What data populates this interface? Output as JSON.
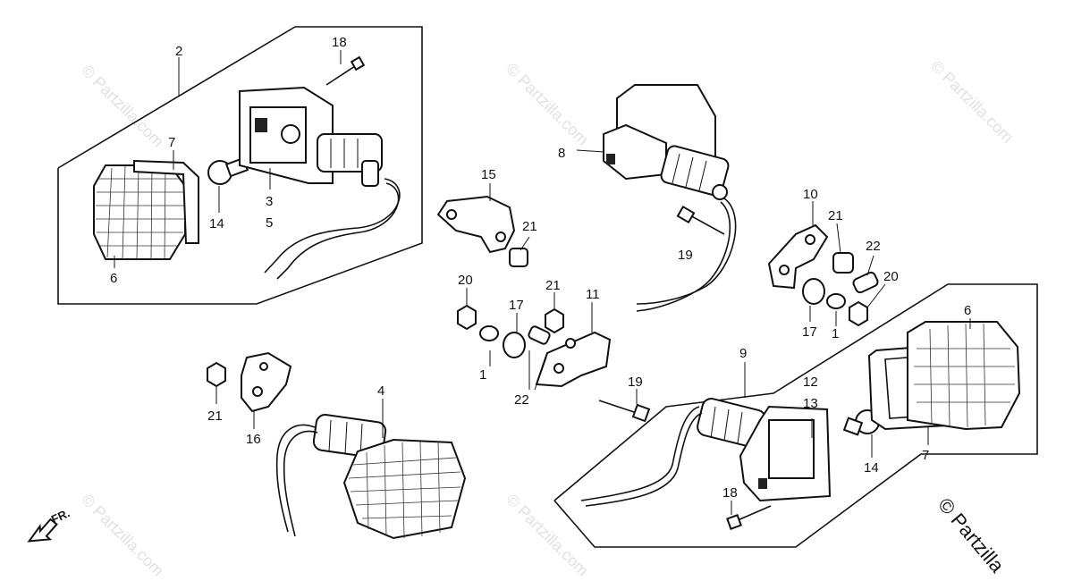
{
  "callouts": [
    {
      "id": "c2",
      "text": "2"
    },
    {
      "id": "c7a",
      "text": "7"
    },
    {
      "id": "c14a",
      "text": "14"
    },
    {
      "id": "c3",
      "text": "3"
    },
    {
      "id": "c5",
      "text": "5"
    },
    {
      "id": "c6a",
      "text": "6"
    },
    {
      "id": "c18a",
      "text": "18"
    },
    {
      "id": "c15",
      "text": "15"
    },
    {
      "id": "c21a",
      "text": "21"
    },
    {
      "id": "c8",
      "text": "8"
    },
    {
      "id": "c19a",
      "text": "19"
    },
    {
      "id": "c10",
      "text": "10"
    },
    {
      "id": "c21b",
      "text": "21"
    },
    {
      "id": "c22a",
      "text": "22"
    },
    {
      "id": "c20a",
      "text": "20"
    },
    {
      "id": "c17a",
      "text": "17"
    },
    {
      "id": "c1a",
      "text": "1"
    },
    {
      "id": "c6b",
      "text": "6"
    },
    {
      "id": "c20b",
      "text": "20"
    },
    {
      "id": "c21c",
      "text": "21"
    },
    {
      "id": "c11",
      "text": "11"
    },
    {
      "id": "c17b",
      "text": "17"
    },
    {
      "id": "c1b",
      "text": "1"
    },
    {
      "id": "c22b",
      "text": "22"
    },
    {
      "id": "c21d",
      "text": "21"
    },
    {
      "id": "c16",
      "text": "16"
    },
    {
      "id": "c4",
      "text": "4"
    },
    {
      "id": "c19b",
      "text": "19"
    },
    {
      "id": "c9",
      "text": "9"
    },
    {
      "id": "c12",
      "text": "12"
    },
    {
      "id": "c13",
      "text": "13"
    },
    {
      "id": "c14b",
      "text": "14"
    },
    {
      "id": "c7b",
      "text": "7"
    },
    {
      "id": "c18b",
      "text": "18"
    }
  ],
  "front_arrow": {
    "text": "FR.",
    "icon": "arrow-left-icon"
  },
  "watermark": {
    "text": "© Partzilla.com"
  },
  "brand": {
    "text": "© Partzilla"
  }
}
